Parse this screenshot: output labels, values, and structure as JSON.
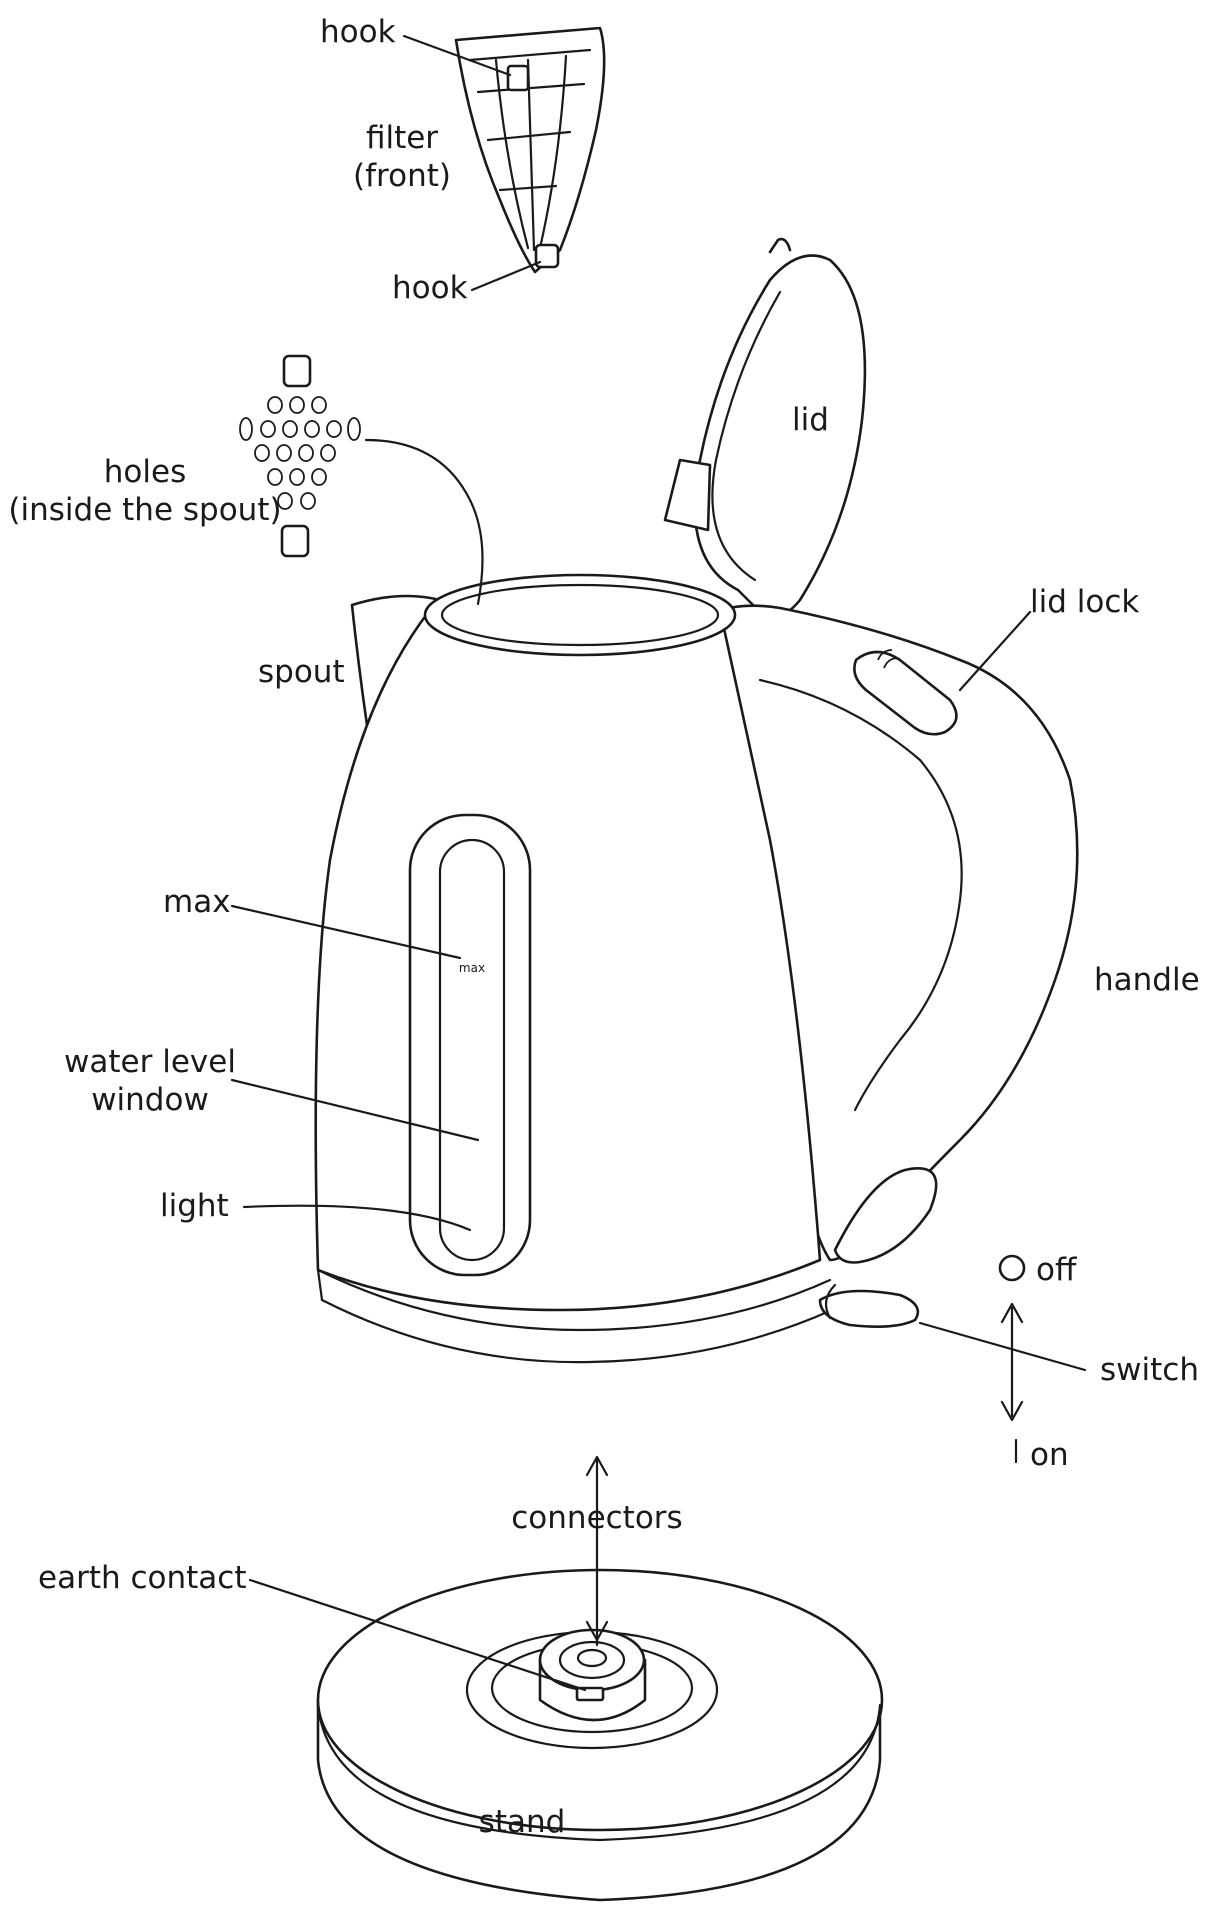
{
  "labels": {
    "hook_top": "hook",
    "filter_line1": "filter",
    "filter_line2": "(front)",
    "hook_bottom": "hook",
    "holes_line1": "holes",
    "holes_line2": "(inside the spout)",
    "lid": "lid",
    "lid_lock": "lid lock",
    "spout": "spout",
    "max": "max",
    "max_mark": "max",
    "handle": "handle",
    "water_level_line1": "water level",
    "water_level_line2": "window",
    "light": "light",
    "off": "off",
    "switch": "switch",
    "on": "on",
    "connectors": "connectors",
    "earth_contact": "earth contact",
    "stand": "stand"
  }
}
